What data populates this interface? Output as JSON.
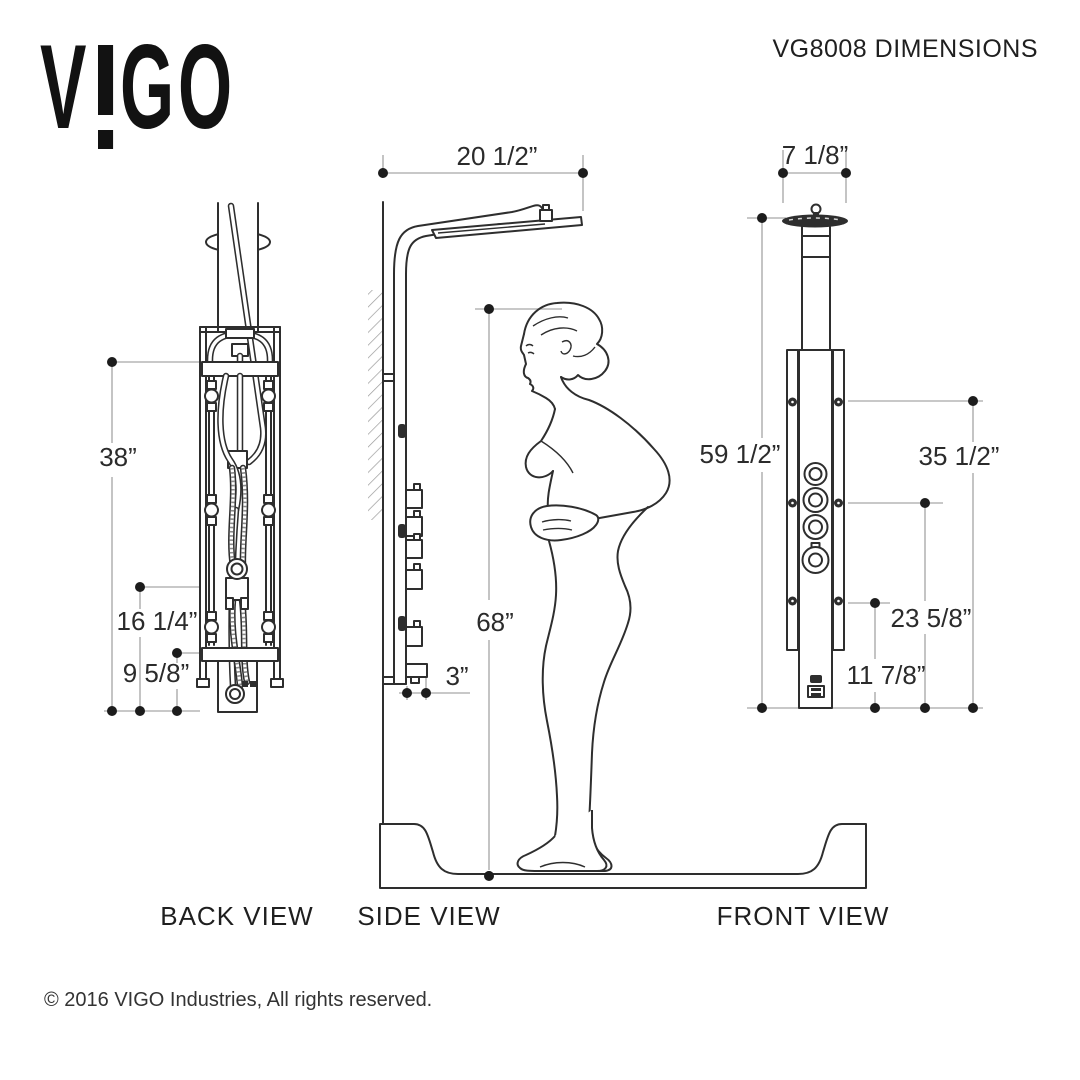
{
  "header": {
    "title": "VG8008 DIMENSIONS",
    "logo_text": "VIGO",
    "logo_letters": {
      "v": "V",
      "g": "G",
      "o": "O"
    }
  },
  "views": {
    "back": {
      "label": "BACK VIEW",
      "dim_upper": "38”",
      "dim_mid": "16 1/4”",
      "dim_lower": "9 5/8”"
    },
    "side": {
      "label": "SIDE VIEW",
      "dim_width": "20 1/2”",
      "dim_height": "68”",
      "dim_depth": "3”"
    },
    "front": {
      "label": "FRONT VIEW",
      "dim_head_width": "7 1/8”",
      "dim_panel_height": "59 1/2”",
      "dim_top_jet": "35 1/2”",
      "dim_mid_jet": "23 5/8”",
      "dim_lower_jet": "11 7/8”"
    }
  },
  "footer": {
    "copyright": "© 2016 VIGO Industries, All rights reserved."
  }
}
